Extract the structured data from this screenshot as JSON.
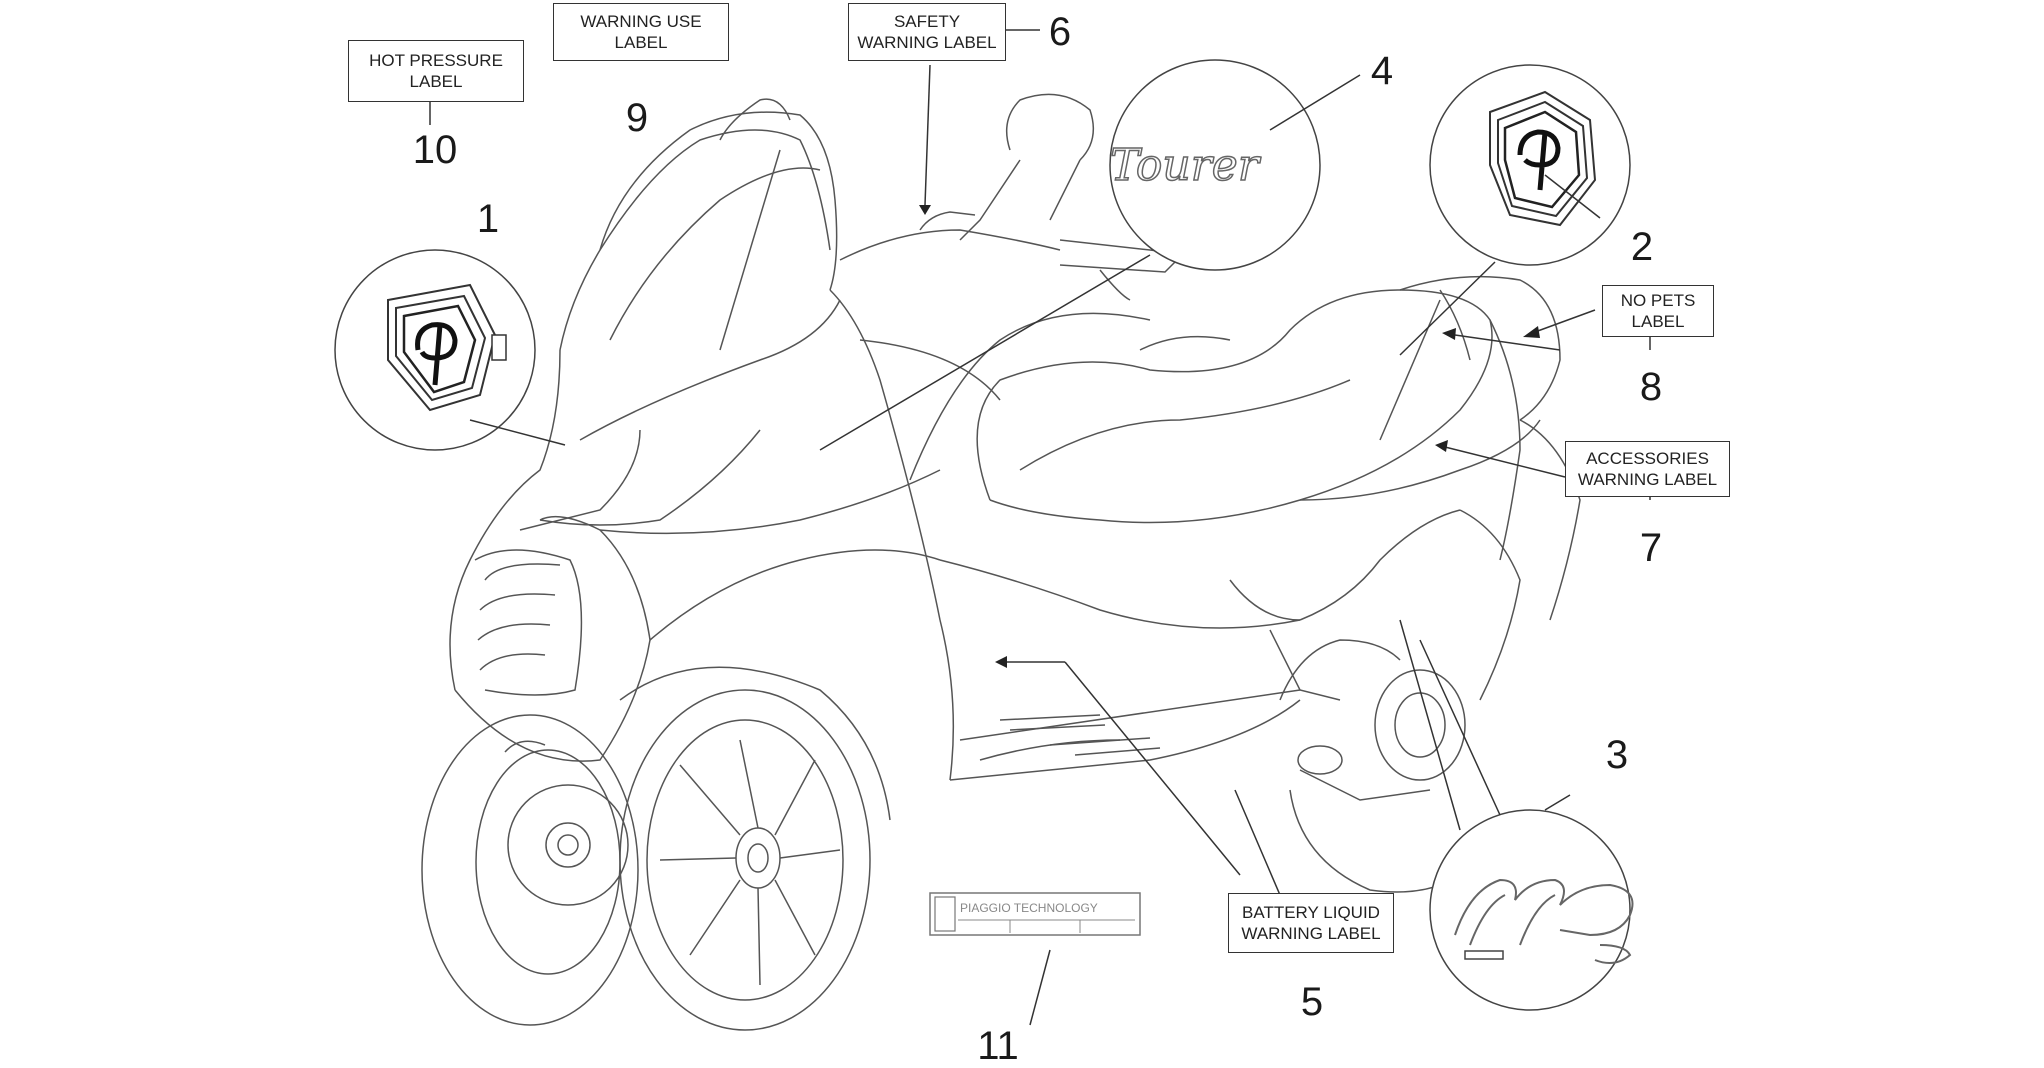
{
  "labels": {
    "hot_pressure": {
      "line1": "HOT PRESSURE",
      "line2": "LABEL"
    },
    "warning_use": {
      "line1": "WARNING USE",
      "line2": "LABEL"
    },
    "safety_warning": {
      "line1": "SAFETY",
      "line2": "WARNING LABEL"
    },
    "no_pets": {
      "line1": "NO PETS",
      "line2": "LABEL"
    },
    "accessories_warning": {
      "line1": "ACCESSORIES",
      "line2": "WARNING LABEL"
    },
    "battery_liquid": {
      "line1": "BATTERY LIQUID",
      "line2": "WARNING LABEL"
    }
  },
  "callouts": {
    "c1": "1",
    "c2": "2",
    "c3": "3",
    "c4": "4",
    "c5": "5",
    "c6": "6",
    "c7": "7",
    "c8": "8",
    "c9": "9",
    "c10": "10",
    "c11": "11"
  },
  "decals": {
    "tourer_text": "Tourer",
    "technology_text": "PIAGGIO TECHNOLOGY",
    "mp3_text": "MP3"
  },
  "icons": [
    "piaggio-emblem-icon",
    "piaggio-emblem-icon"
  ],
  "colors": {
    "line": "#555555",
    "text": "#222222",
    "background": "#ffffff"
  }
}
